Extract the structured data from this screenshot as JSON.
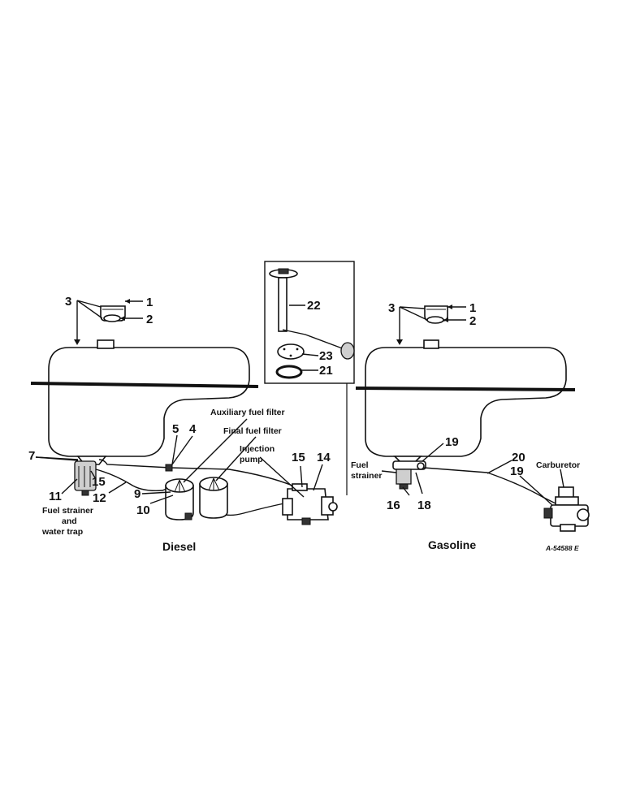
{
  "diesel": {
    "callouts": {
      "n1": "1",
      "n2": "2",
      "n3": "3",
      "n4": "4",
      "n5": "5",
      "n7": "7",
      "n9": "9",
      "n10": "10",
      "n11": "11",
      "n12": "12",
      "n14": "14",
      "n15a": "15",
      "n15b": "15"
    },
    "labels": {
      "aux_filter": "Auxiliary fuel filter",
      "final_filter": "Final fuel filter",
      "injection_1": "Injection",
      "injection_2": "pump",
      "strainer_1": "Fuel strainer",
      "strainer_2": "and",
      "strainer_3": "water trap"
    },
    "caption": "Diesel"
  },
  "gauge": {
    "callouts": {
      "n21": "21",
      "n22": "22",
      "n23": "23"
    }
  },
  "gasoline": {
    "callouts": {
      "n1": "1",
      "n2": "2",
      "n3": "3",
      "n16": "16",
      "n18": "18",
      "n19a": "19",
      "n19b": "19",
      "n20": "20"
    },
    "labels": {
      "strainer_1": "Fuel",
      "strainer_2": "strainer",
      "carburetor": "Carburetor"
    },
    "caption": "Gasoline"
  },
  "drawing_code": "A-54588 E"
}
